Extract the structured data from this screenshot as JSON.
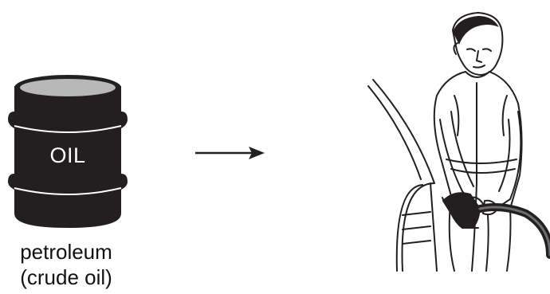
{
  "barrel": {
    "label": "OIL",
    "icon": "oil-barrel-icon"
  },
  "caption": {
    "line1": "petroleum",
    "line2": "(crude oil)"
  },
  "arrow": {
    "icon": "right-arrow-icon"
  },
  "scene": {
    "icon": "person-refueling-car-illustration"
  }
}
